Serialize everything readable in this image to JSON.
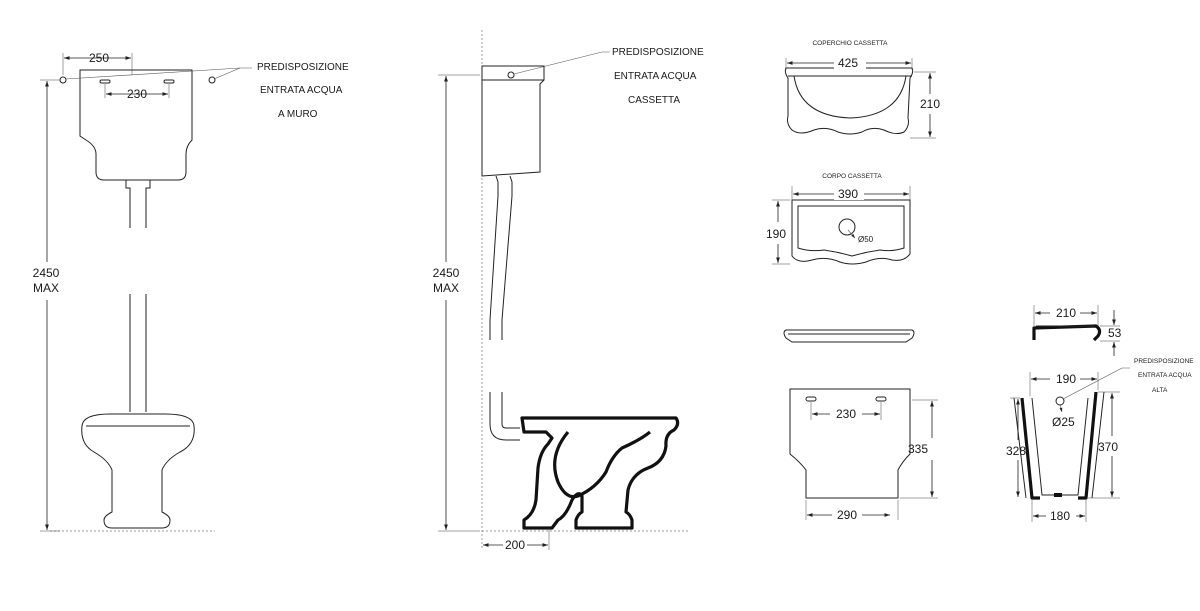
{
  "front_view": {
    "width_tank": "250",
    "holes_spacing": "230",
    "height_value": "2450",
    "height_unit": "MAX",
    "note": [
      "PREDISPOSIZIONE",
      "ENTRATA ACQUA",
      "A MURO"
    ]
  },
  "side_view": {
    "height_value": "2450",
    "height_unit": "MAX",
    "offset": "200",
    "note": [
      "PREDISPOSIZIONE",
      "ENTRATA ACQUA",
      "CASSETTA"
    ]
  },
  "lid_top": {
    "title": "COPERCHIO CASSETTA",
    "width": "425",
    "depth": "210"
  },
  "body_top": {
    "title": "CORPO CASSETTA",
    "width": "390",
    "depth": "190",
    "hole": "Ø50"
  },
  "tank_front": {
    "holes_spacing": "230",
    "height": "335",
    "bottom_width": "290"
  },
  "tank_section": {
    "lid_width": "210",
    "lid_height": "53",
    "top_width": "190",
    "hole": "Ø25",
    "inner_height": "328",
    "outer_height": "370",
    "bottom_width": "180",
    "note": [
      "PREDISPOSIZIONE",
      "ENTRATA ACQUA",
      "ALTA"
    ]
  }
}
